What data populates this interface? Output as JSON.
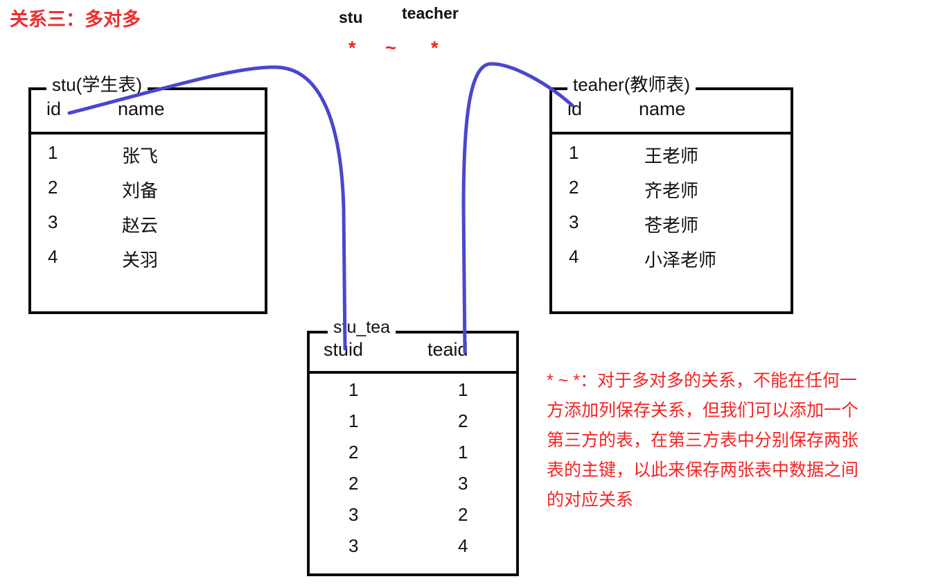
{
  "title": "关系三：多对多",
  "cardinality": {
    "left_entity": "stu",
    "right_entity": "teacher",
    "left_mark": "*",
    "relation_mark": "~",
    "right_mark": "*"
  },
  "colors": {
    "title_red": "#ef2d2d",
    "note_red": "#f52424",
    "mark_red": "#f02020",
    "connector_blue": "#4a46cf",
    "table_border": "#0a0a0a",
    "text_black": "#111111",
    "background": "#ffffff"
  },
  "tables": {
    "stu": {
      "legend": "stu(学生表)",
      "columns": [
        "id",
        "name"
      ],
      "rows": [
        [
          "1",
          "张飞"
        ],
        [
          "2",
          "刘备"
        ],
        [
          "3",
          "赵云"
        ],
        [
          "4",
          "关羽"
        ]
      ]
    },
    "teacher": {
      "legend": "teaher(教师表)",
      "columns": [
        "id",
        "name"
      ],
      "rows": [
        [
          "1",
          "王老师"
        ],
        [
          "2",
          "齐老师"
        ],
        [
          "3",
          "苍老师"
        ],
        [
          "4",
          "小泽老师"
        ]
      ]
    },
    "stu_tea": {
      "legend": "stu_tea",
      "columns": [
        "stuid",
        "teaid"
      ],
      "rows": [
        [
          "1",
          "1"
        ],
        [
          "1",
          "2"
        ],
        [
          "2",
          "1"
        ],
        [
          "2",
          "3"
        ],
        [
          "3",
          "2"
        ],
        [
          "3",
          "4"
        ]
      ]
    }
  },
  "annotation": {
    "text": "* ~ *：对于多对多的关系，不能在任何一方添加列保存关系，但我们可以添加一个第三方的表，在第三方表中分别保存两张表的主键，以此来保存两张表中数据之间的对应关系"
  },
  "connectors": [
    {
      "name": "stu-id-to-stuid",
      "from": "stu.id",
      "to": "stu_tea.stuid"
    },
    {
      "name": "teacher-id-to-teaid",
      "from": "teacher.id",
      "to": "stu_tea.teaid"
    }
  ]
}
